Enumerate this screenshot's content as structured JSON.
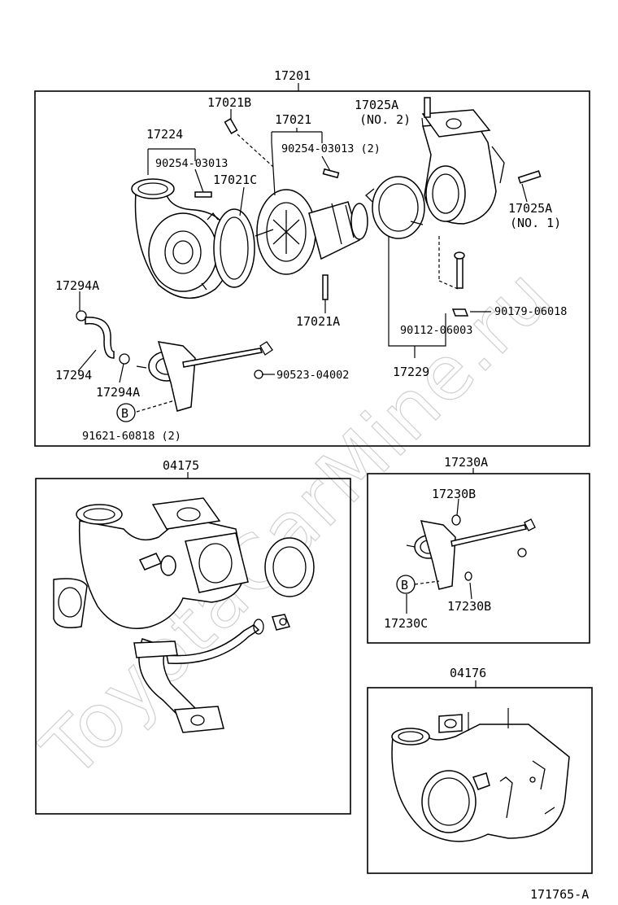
{
  "watermark": "ToyotaCarMine.ru",
  "footer": {
    "code": "171765-A"
  },
  "groups": {
    "turbo_assembly": {
      "title": "17201",
      "labels": {
        "p17021B": "17021B",
        "p17021": "17021",
        "p17025A_no2": "17025A",
        "no2": "(NO. 2)",
        "p17224": "17224",
        "p90254_a": "90254-03013",
        "p90254_b": "90254-03013 (2)",
        "p17021C": "17021C",
        "p17025A_no1": "17025A",
        "no1": "(NO. 1)",
        "p17294A_a": "17294A",
        "p17021A": "17021A",
        "p90179": "90179-06018",
        "p90112": "90112-06003",
        "p17294": "17294",
        "p90523": "90523-04002",
        "p17229": "17229",
        "p17294A_b": "17294A",
        "circle_b": "B",
        "p91621": "91621-60818 (2)"
      }
    },
    "turbo_set": {
      "title": "04175"
    },
    "actuator": {
      "title": "17230A",
      "labels": {
        "p17230B_a": "17230B",
        "circle_b": "B",
        "p17230B_b": "17230B",
        "p17230C": "17230C"
      }
    },
    "housing_kit": {
      "title": "04176"
    }
  }
}
